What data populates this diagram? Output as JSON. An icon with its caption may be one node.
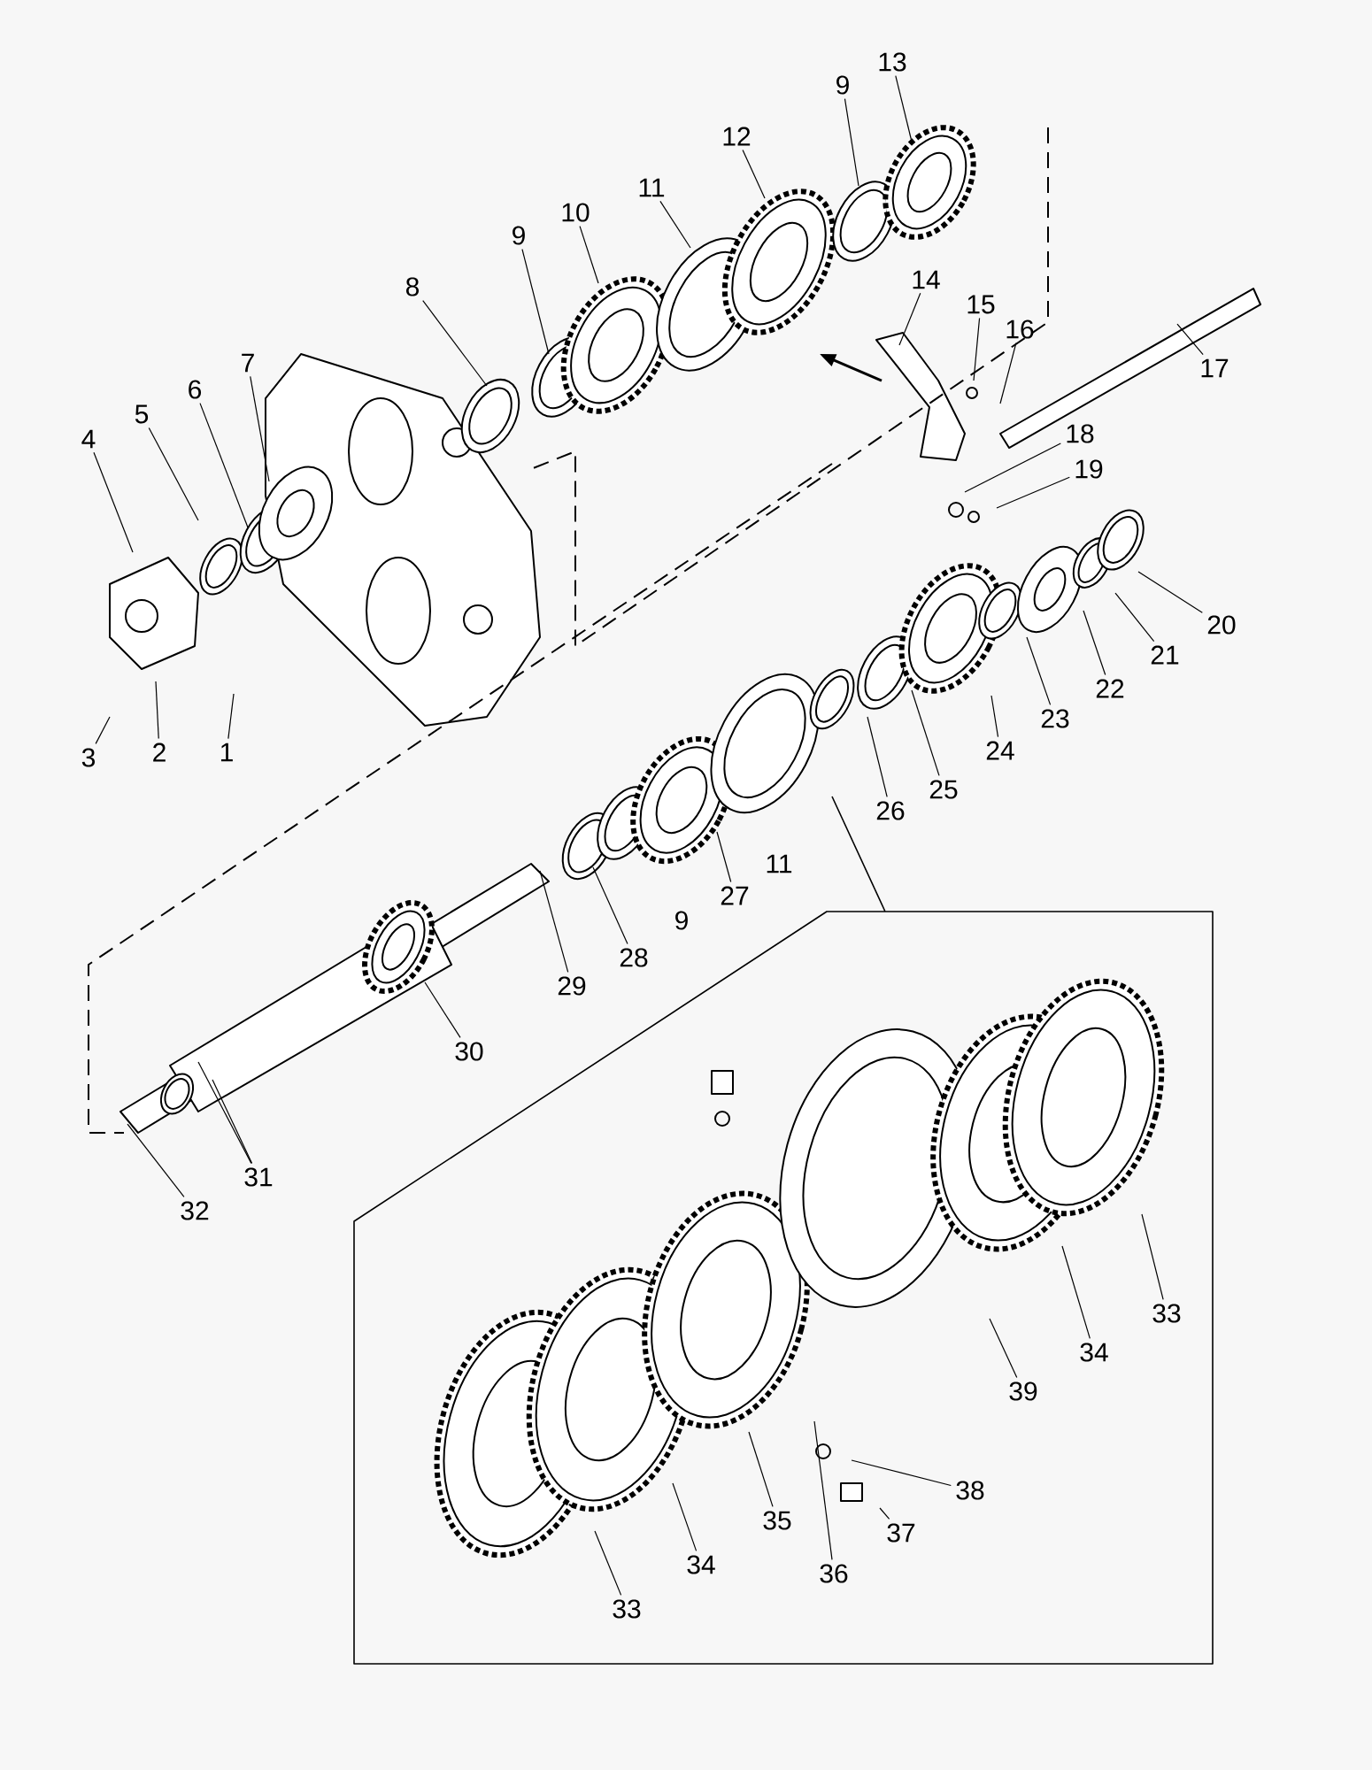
{
  "diagram": {
    "nodes": [
      {
        "text": [
          "1"
        ]
      },
      {
        "text": [
          "2"
        ]
      },
      {
        "text": [
          "3"
        ]
      },
      {
        "text": [
          "4"
        ]
      },
      {
        "text": [
          "5"
        ]
      },
      {
        "text": [
          "6"
        ]
      },
      {
        "text": [
          "7"
        ]
      },
      {
        "text": [
          "8"
        ]
      },
      {
        "text": [
          "9"
        ]
      },
      {
        "text": [
          "10"
        ]
      },
      {
        "text": [
          "11"
        ]
      },
      {
        "text": [
          "12"
        ]
      },
      {
        "text": [
          "9"
        ]
      },
      {
        "text": [
          "13"
        ]
      },
      {
        "text": [
          "14"
        ]
      },
      {
        "text": [
          "15"
        ]
      },
      {
        "text": [
          "16"
        ]
      },
      {
        "text": [
          "17"
        ]
      },
      {
        "text": [
          "18"
        ]
      },
      {
        "text": [
          "19"
        ]
      },
      {
        "text": [
          "20"
        ]
      },
      {
        "text": [
          "21"
        ]
      },
      {
        "text": [
          "22"
        ]
      },
      {
        "text": [
          "23"
        ]
      },
      {
        "text": [
          "24"
        ]
      },
      {
        "text": [
          "25"
        ]
      },
      {
        "text": [
          "26"
        ]
      },
      {
        "text": [
          "27"
        ]
      },
      {
        "text": [
          "28"
        ]
      },
      {
        "text": [
          "29"
        ]
      },
      {
        "text": [
          "30"
        ]
      },
      {
        "text": [
          "31"
        ]
      },
      {
        "text": [
          "32"
        ]
      },
      {
        "text": [
          "33"
        ]
      },
      {
        "text": [
          "34"
        ]
      },
      {
        "text": [
          "35"
        ]
      },
      {
        "text": [
          "36"
        ]
      },
      {
        "text": [
          "37"
        ]
      },
      {
        "text": [
          "38"
        ]
      },
      {
        "text": [
          "39"
        ]
      },
      {
        "text": [
          "34"
        ]
      },
      {
        "text": [
          "33"
        ]
      }
    ],
    "edges": [
      {
        "from": 0,
        "to": null,
        "arrow": "none"
      },
      {
        "from": 1,
        "to": null,
        "arrow": "none"
      },
      {
        "from": 2,
        "to": null,
        "arrow": "none"
      },
      {
        "from": 3,
        "to": null,
        "arrow": "none"
      },
      {
        "from": 4,
        "to": null,
        "arrow": "none"
      },
      {
        "from": 5,
        "to": null,
        "arrow": "none"
      },
      {
        "from": 6,
        "to": null,
        "arrow": "none"
      },
      {
        "from": 7,
        "to": null,
        "arrow": "none"
      },
      {
        "from": 8,
        "to": null,
        "arrow": "none"
      },
      {
        "from": 9,
        "to": null,
        "arrow": "none"
      },
      {
        "from": 10,
        "to": null,
        "arrow": "none"
      },
      {
        "from": 11,
        "to": null,
        "arrow": "none"
      },
      {
        "from": 12,
        "to": null,
        "arrow": "none"
      },
      {
        "from": 13,
        "to": null,
        "arrow": "none"
      },
      {
        "from": 14,
        "to": null,
        "arrow": "none"
      },
      {
        "from": 15,
        "to": null,
        "arrow": "none"
      },
      {
        "from": 16,
        "to": null,
        "arrow": "none"
      },
      {
        "from": 17,
        "to": null,
        "arrow": "none"
      },
      {
        "from": 18,
        "to": null,
        "arrow": "none"
      },
      {
        "from": 19,
        "to": null,
        "arrow": "none"
      },
      {
        "from": 20,
        "to": null,
        "arrow": "none"
      },
      {
        "from": 21,
        "to": null,
        "arrow": "none"
      },
      {
        "from": 22,
        "to": null,
        "arrow": "none"
      },
      {
        "from": 23,
        "to": null,
        "arrow": "none"
      },
      {
        "from": 24,
        "to": null,
        "arrow": "none"
      },
      {
        "from": 25,
        "to": null,
        "arrow": "none"
      },
      {
        "from": 26,
        "to": null,
        "arrow": "none"
      },
      {
        "from": 27,
        "to": null,
        "arrow": "none"
      },
      {
        "from": 28,
        "to": null,
        "arrow": "none"
      },
      {
        "from": 29,
        "to": null,
        "arrow": "none"
      },
      {
        "from": 30,
        "to": null,
        "arrow": "none"
      },
      {
        "from": 31,
        "to": null,
        "arrow": "none"
      },
      {
        "from": 31,
        "to": null,
        "arrow": "none"
      },
      {
        "from": 32,
        "to": null,
        "arrow": "none"
      },
      {
        "from": 33,
        "to": null,
        "arrow": "none"
      },
      {
        "from": 34,
        "to": null,
        "arrow": "none"
      },
      {
        "from": 35,
        "to": null,
        "arrow": "none"
      },
      {
        "from": 36,
        "to": null,
        "arrow": "none"
      },
      {
        "from": 37,
        "to": null,
        "arrow": "none"
      },
      {
        "from": 38,
        "to": null,
        "arrow": "none"
      },
      {
        "from": 39,
        "to": null,
        "arrow": "none"
      },
      {
        "from": 40,
        "to": null,
        "arrow": "none"
      },
      {
        "from": 41,
        "to": null,
        "arrow": "none"
      }
    ],
    "labels": [
      "11",
      "9"
    ]
  }
}
